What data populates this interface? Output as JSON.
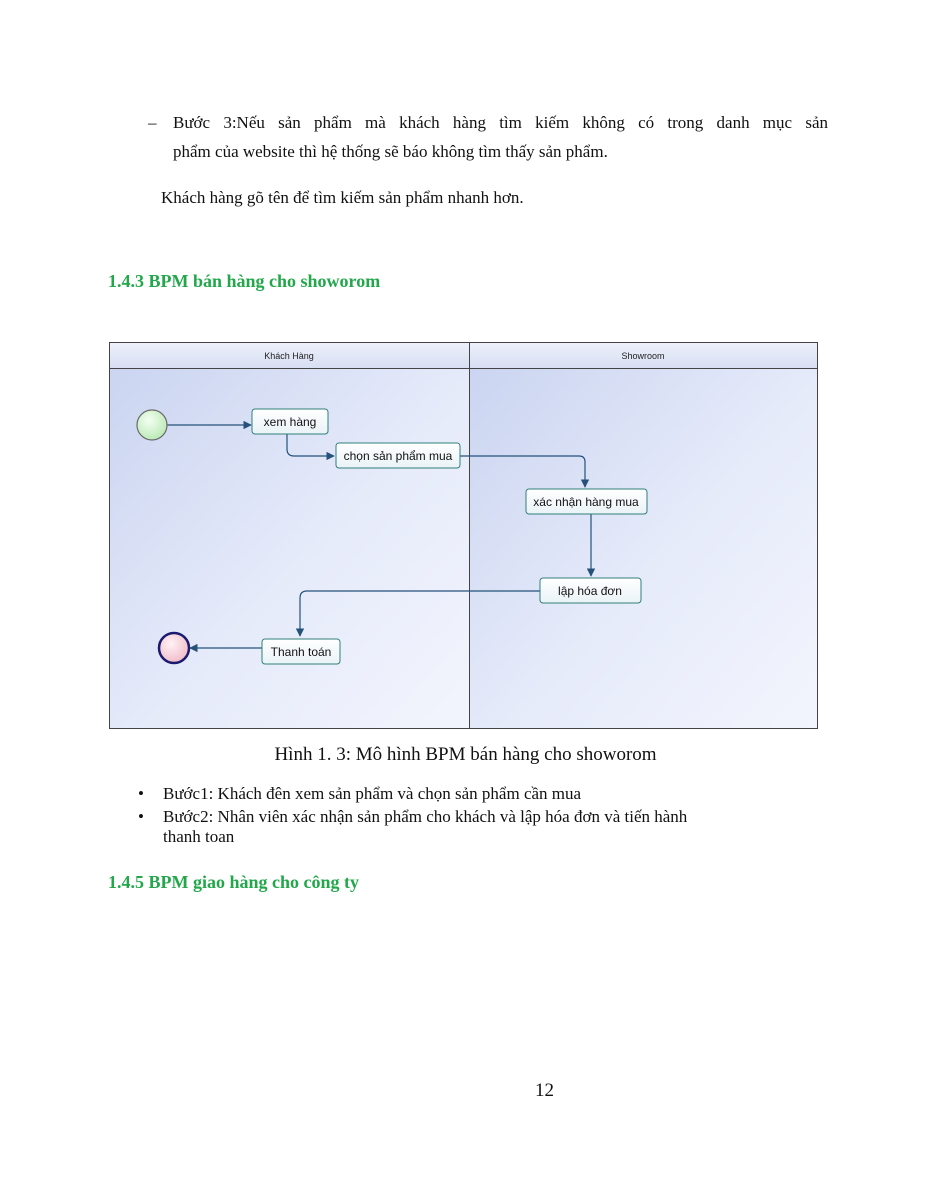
{
  "intro": {
    "dash": "–",
    "step3_line1": "Bước 3:Nếu sản phẩm mà khách hàng tìm kiếm không có trong danh mục sản",
    "step3_line2": "phẩm của website thì hệ thống sẽ báo không tìm thấy sản phẩm.",
    "note": "Khách hàng gõ tên để tìm kiếm sản phẩm nhanh hơn."
  },
  "section_143": {
    "title": "1.4.3 BPM bán hàng cho showorom"
  },
  "diagram": {
    "lanes": [
      {
        "title": "Khách Hàng"
      },
      {
        "title": "Showroom"
      }
    ],
    "nodes": {
      "xem_hang": "xem hàng",
      "chon_san_pham": "chọn sản phẩm mua",
      "xac_nhan": "xác nhận hàng mua",
      "lap_hoa_don": "lập hóa đơn",
      "thanh_toan": "Thanh toán"
    },
    "colors": {
      "start_fill": "#c9f2c6",
      "end_fill": "#f4c9d4",
      "end_border": "#1a1a6e",
      "node_border": "#2f7f7a",
      "edge": "#24527a",
      "lane_bg": "#dfe6f7"
    }
  },
  "figure": {
    "caption": "Hình 1. 3: Mô hình BPM bán hàng cho showorom"
  },
  "bullets": {
    "marker": "•",
    "item1": "Bước1: Khách đên xem sản phẩm và chọn sản phẩm cần mua",
    "item2_line1": "Bước2: Nhân viên xác nhận sản phẩm cho khách và lập hóa đơn và tiến hành",
    "item2_line2": "thanh toan"
  },
  "section_145": {
    "title": "1.4.5 BPM giao hàng cho công ty"
  },
  "page": {
    "number": "12"
  }
}
